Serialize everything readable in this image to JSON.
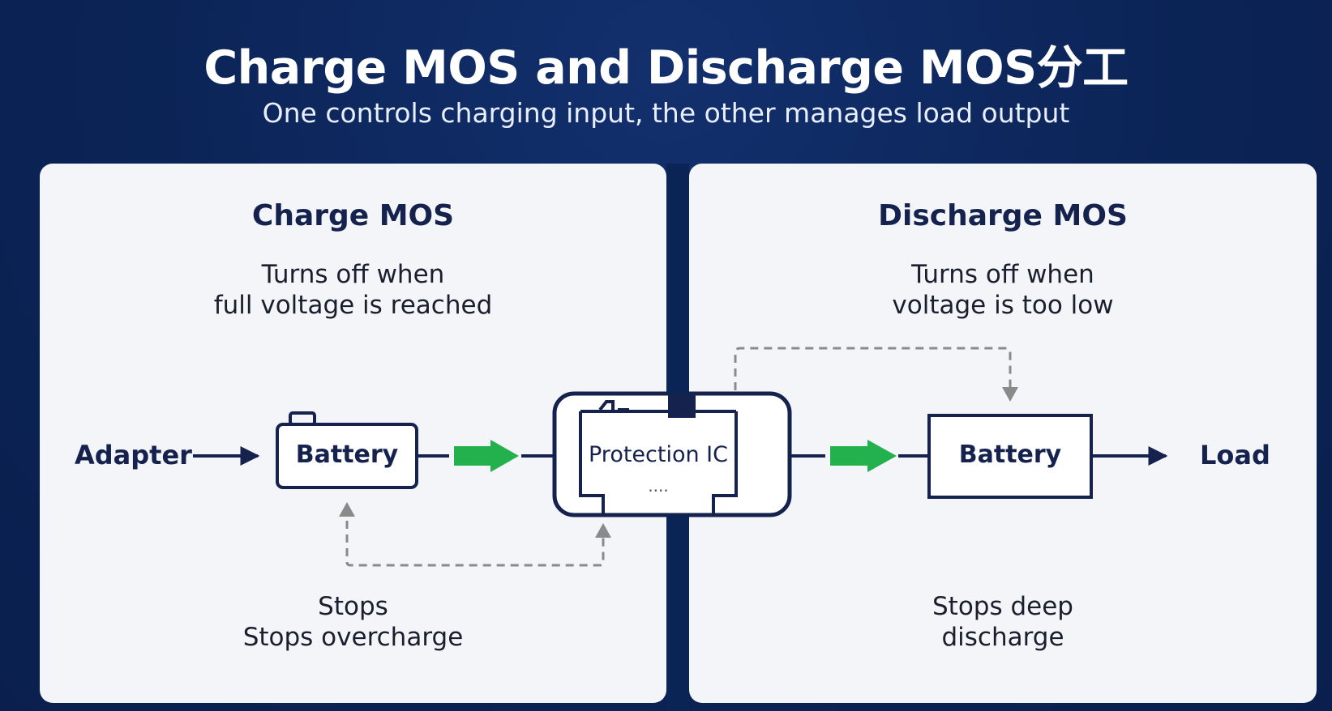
{
  "header": {
    "title": "Charge MOS and Discharge MOS分工",
    "subtitle": "One controls charging input, the other manages load output"
  },
  "left_panel": {
    "title": "Charge MOS",
    "desc_line1": "Turns off when",
    "desc_line2": "full voltage is reached",
    "note_line1": "Stops",
    "note_line2": "Stops overcharge"
  },
  "right_panel": {
    "title": "Discharge MOS",
    "desc_line1": "Turns off when",
    "desc_line2": "voltage is too low",
    "note_line1": "Stops deep",
    "note_line2": "discharge"
  },
  "flow": {
    "adapter": "Adapter",
    "battery_left": "Battery",
    "protection_ic": "Protection IC",
    "ic_dots": "....",
    "battery_right": "Battery",
    "load": "Load"
  },
  "colors": {
    "background": "#0b2456",
    "panel": "#f3f5f9",
    "navy": "#14224d",
    "green_arrow": "#22b14c",
    "dashed_gray": "#8a8a8a"
  }
}
